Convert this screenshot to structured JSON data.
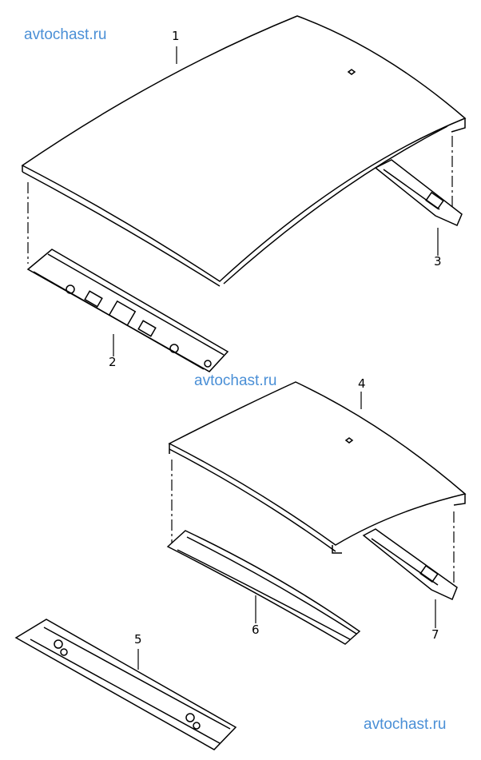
{
  "watermarks": [
    "avtochast.ru",
    "avtochast.ru",
    "avtochast.ru"
  ],
  "callouts": [
    "1",
    "2",
    "3",
    "4",
    "5",
    "6",
    "7"
  ],
  "colors": {
    "watermark": "#4a8fd6",
    "line": "#000000"
  }
}
